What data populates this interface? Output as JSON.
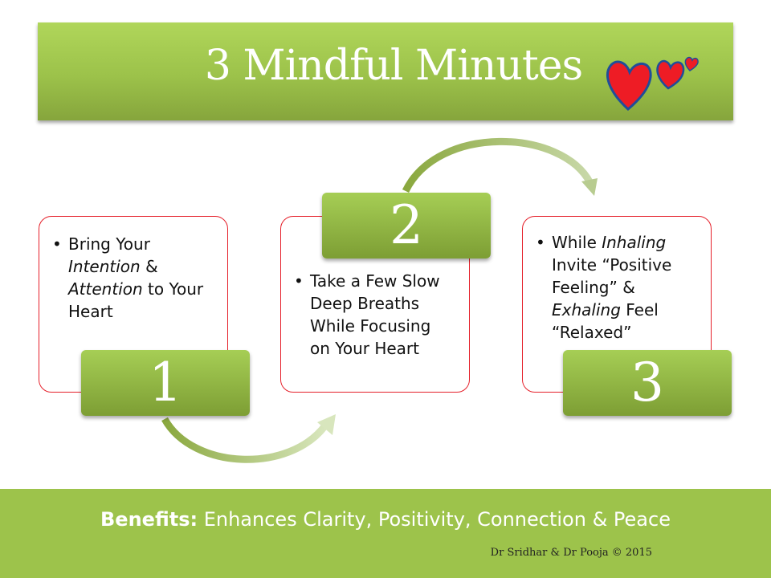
{
  "title": "3 Mindful Minutes",
  "steps": [
    {
      "number": "1",
      "lines": [
        [
          "Bring Your",
          ""
        ],
        [
          "",
          "Intention",
          " &"
        ],
        [
          "",
          "Attention",
          " to Your"
        ],
        [
          "Heart",
          ""
        ]
      ]
    },
    {
      "number": "2",
      "lines": [
        [
          "Take a Few Slow"
        ],
        [
          "Deep Breaths"
        ],
        [
          "While Focusing"
        ],
        [
          "on Your Heart"
        ]
      ]
    },
    {
      "number": "3",
      "lines": [
        [
          "While ",
          "Inhaling"
        ],
        [
          "Invite “Positive"
        ],
        [
          "Feeling” &"
        ],
        [
          "",
          "Exhaling",
          " Feel"
        ],
        [
          "“Relaxed”"
        ]
      ]
    }
  ],
  "footer": {
    "benefits_label": "Benefits:",
    "benefits_text": " Enhances Clarity, Positivity, Connection & Peace",
    "credit": "Dr Sridhar & Dr Pooja © 2015"
  },
  "colors": {
    "green": "#9dc34b",
    "card_border": "#e5202a",
    "heart": "#ee1c25"
  }
}
